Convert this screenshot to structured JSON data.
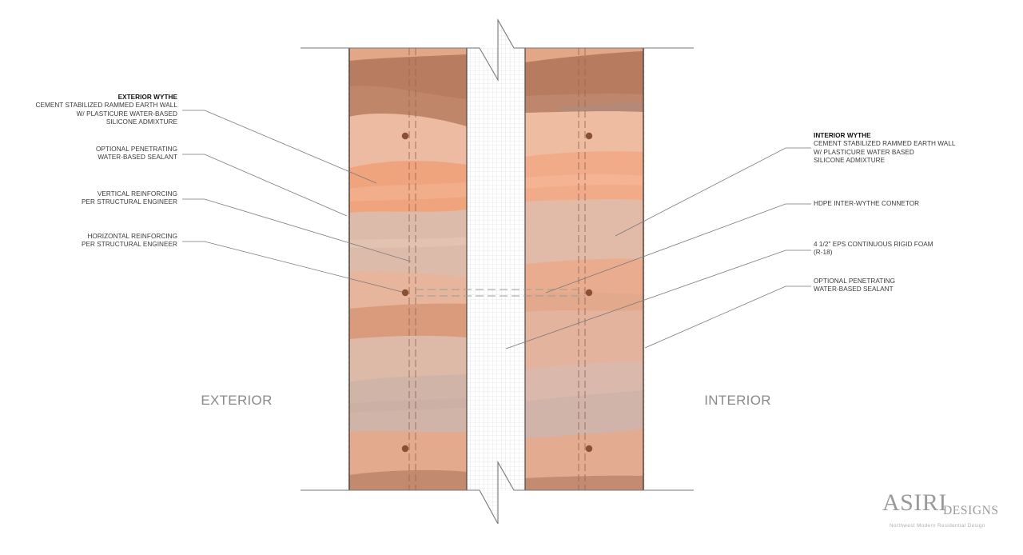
{
  "side_labels": {
    "exterior": "EXTERIOR",
    "interior": "INTERIOR"
  },
  "callouts_left": [
    {
      "title": "EXTERIOR WYTHE",
      "lines": [
        "CEMENT STABILIZED RAMMED EARTH WALL",
        "W/ PLASTICURE WATER-BASED",
        "SILICONE ADMIXTURE"
      ]
    },
    {
      "lines": [
        "OPTIONAL PENETRATING",
        "WATER-BASED SEALANT"
      ]
    },
    {
      "lines": [
        "VERTICAL REINFORCING",
        "PER STRUCTURAL ENGINEER"
      ]
    },
    {
      "lines": [
        "HORIZONTAL REINFORCING",
        "PER STRUCTURAL ENGINEER"
      ]
    }
  ],
  "callouts_right": [
    {
      "title": "INTERIOR WYTHE",
      "lines": [
        "CEMENT STABILIZED RAMMED EARTH WALL",
        "W/ PLASTICURE WATER BASED",
        "SILICONE ADMIXTURE"
      ]
    },
    {
      "lines": [
        "HDPE INTER-WYTHE CONNETOR"
      ]
    },
    {
      "lines": [
        "4 1/2\" EPS CONTINUOUS RIGID FOAM",
        "(R-18)"
      ]
    },
    {
      "lines": [
        "OPTIONAL PENETRATING",
        "WATER-BASED SEALANT"
      ]
    }
  ],
  "logo": {
    "name": "ASIRI",
    "suffix": "DESIGNS",
    "tagline": "Northwest Modern Residential Design"
  },
  "colors": {
    "earth_dark": "#B77C60",
    "earth_orange": "#F0A47E",
    "earth_pale": "#DDBBAA",
    "rebar_dot": "#8B4F35",
    "leader_line": "#7a7a7a",
    "foam_grid": "#d6d6d6",
    "label_text": "#3a3a3a",
    "side_label_text": "#8a8a8a",
    "logo_text": "#9a9a9a"
  }
}
